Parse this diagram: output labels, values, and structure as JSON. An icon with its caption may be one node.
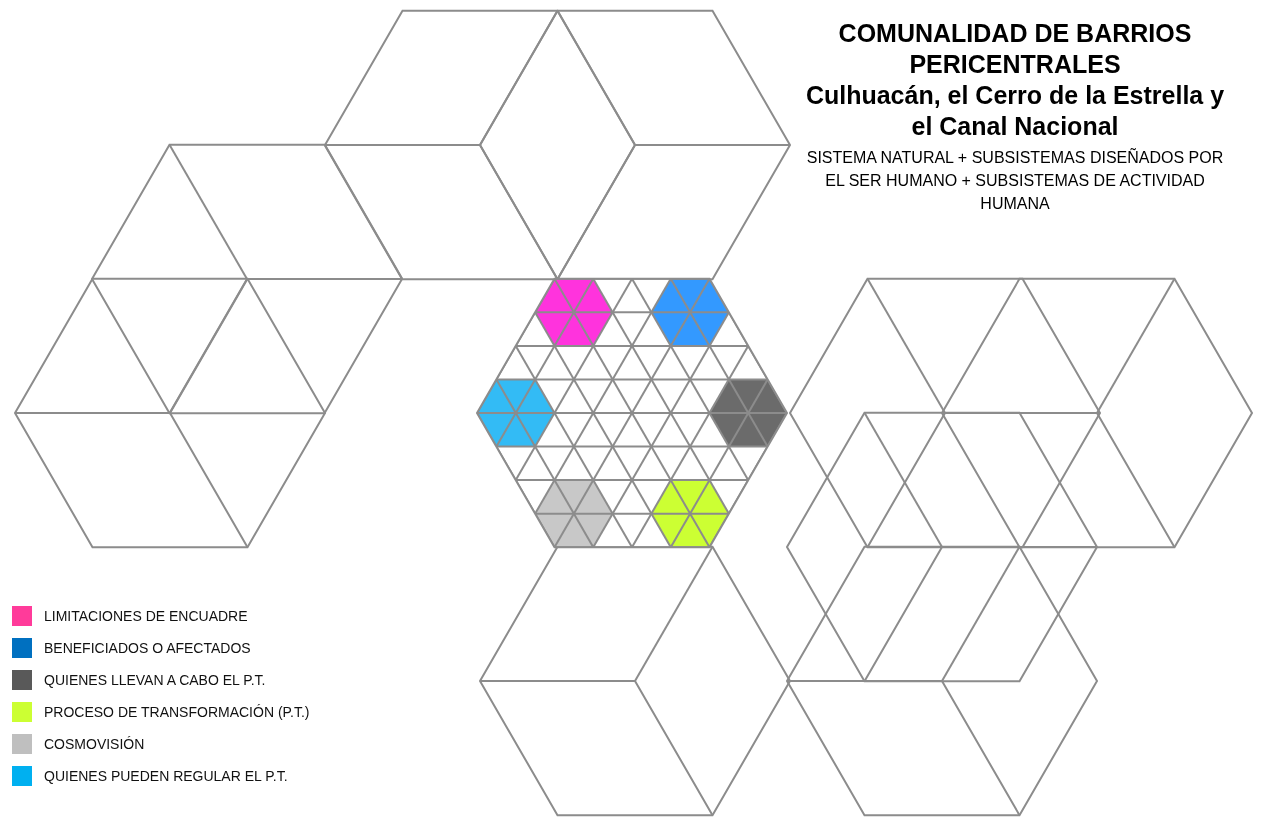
{
  "diagram": {
    "title": "COMUNALIDAD DE BARRIOS PERICENTRALES",
    "labels": [
      "Culhuacán, el Cerro de la Estrella y el Canal Nacional",
      "SISTEMA NATURAL + SUBSISTEMAS DISEÑADOS POR EL SER HUMANO + SUBSISTEMAS DE ACTIVIDAD HUMANA"
    ],
    "legend": [
      {
        "text": "LIMITACIONES DE ENCUADRE",
        "color": "#ff3b9a"
      },
      {
        "text": "BENEFICIADOS O AFECTADOS",
        "color": "#0070c0"
      },
      {
        "text": "QUIENES LLEVAN A CABO EL P.T.",
        "color": "#595959"
      },
      {
        "text": "PROCESO DE TRANSFORMACIÓN (P.T.)",
        "color": "#ccff33"
      },
      {
        "text": "COSMOVISIÓN",
        "color": "#bfbfbf"
      },
      {
        "text": "QUIENES PUEDEN REGULAR EL P.T.",
        "color": "#00b0f0"
      }
    ]
  }
}
